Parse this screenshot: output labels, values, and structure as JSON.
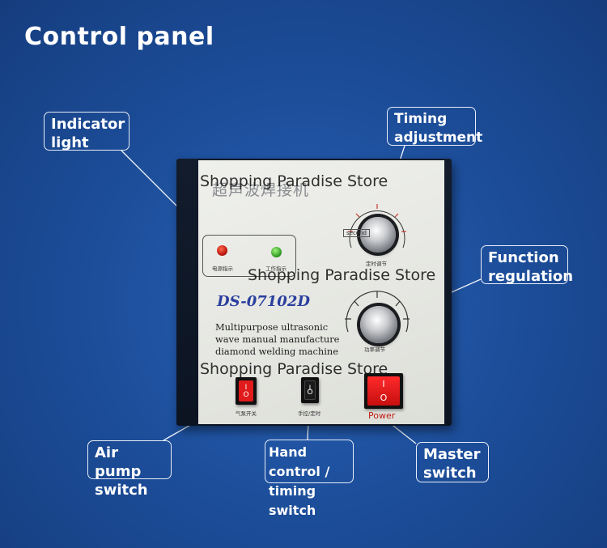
{
  "title": "Control panel",
  "callouts": {
    "indicator_light": [
      "Indicator",
      "light"
    ],
    "timing_adjustment": [
      "Timing",
      "adjustment"
    ],
    "function_regulation": [
      "Function",
      "regulation"
    ],
    "air_pump_switch": [
      "Air pump",
      "switch"
    ],
    "hand_control_timing_switch": [
      "Hand control /",
      "timing switch"
    ],
    "master_switch": [
      "Master",
      "switch"
    ]
  },
  "device": {
    "chinese_title": "超声波焊接机",
    "model": "DS-07102D",
    "description": [
      "Multipurpose ultrasonic",
      "wave manual manufacture",
      "diamond welding machine"
    ],
    "led_labels": [
      "电源指示",
      "工作指示"
    ],
    "timing_dial_unit": "second",
    "timing_dial_label": "定时调节",
    "power_dial_label": "功率调节",
    "switch_labels": [
      "气泵开关",
      "手控/定时"
    ],
    "power_label": "Power",
    "rocker_on": "I",
    "rocker_off": "O"
  },
  "watermarks": [
    "Shopping Paradise Store",
    "Shopping Paradise Store",
    "Shopping Paradise Store"
  ]
}
